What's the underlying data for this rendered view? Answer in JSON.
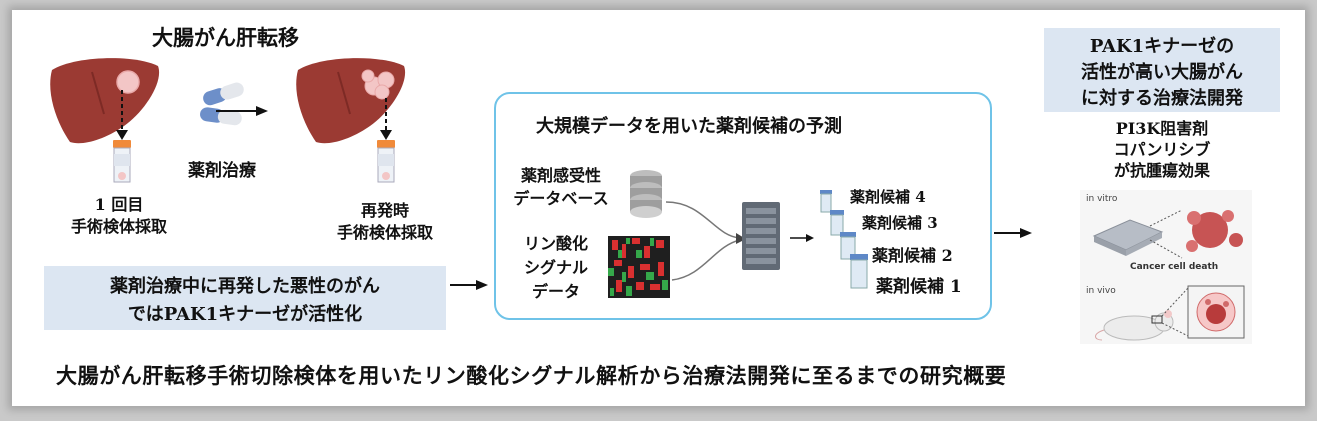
{
  "left": {
    "title": "大腸がん肝転移",
    "treatment": "薬剤治療",
    "sample1_line1": "1 回目",
    "sample1_line2": "手術検体採取",
    "sample2_line1": "再発時",
    "sample2_line2": "手術検体採取",
    "finding_line1": "薬剤治療中に再発した悪性のがん",
    "finding_line2": "ではPAK1キナーゼが活性化"
  },
  "middle": {
    "title": "大規模データを用いた薬剤候補の予測",
    "db_line1": "薬剤感受性",
    "db_line2": "データベース",
    "phos_line1": "リン酸化",
    "phos_line2": "シグナル",
    "phos_line3": "データ",
    "candidates": [
      "薬剤候補 4",
      "薬剤候補 3",
      "薬剤候補 2",
      "薬剤候補 1"
    ]
  },
  "right": {
    "goal_line1": "PAK1キナーゼの",
    "goal_line2": "活性が高い大腸がん",
    "goal_line3": "に対する治療法開発",
    "drug_line1": "PI3K阻害剤",
    "drug_line2": "コパンリシブ",
    "drug_line3": "が抗腫瘍効果",
    "in_vitro": "in vitro",
    "cell_death": "Cancer cell death",
    "in_vivo": "in vivo"
  },
  "caption": "大腸がん肝転移手術切除検体を用いたリン酸化シグナル解析から治療法開発に至るまでの研究概要",
  "colors": {
    "liver": "#9b3a33",
    "tumor": "#f3c6c6",
    "box_fill": "#dce6f2",
    "round_border": "#6fc3e8",
    "capsule_blue": "#6d8fc9"
  }
}
